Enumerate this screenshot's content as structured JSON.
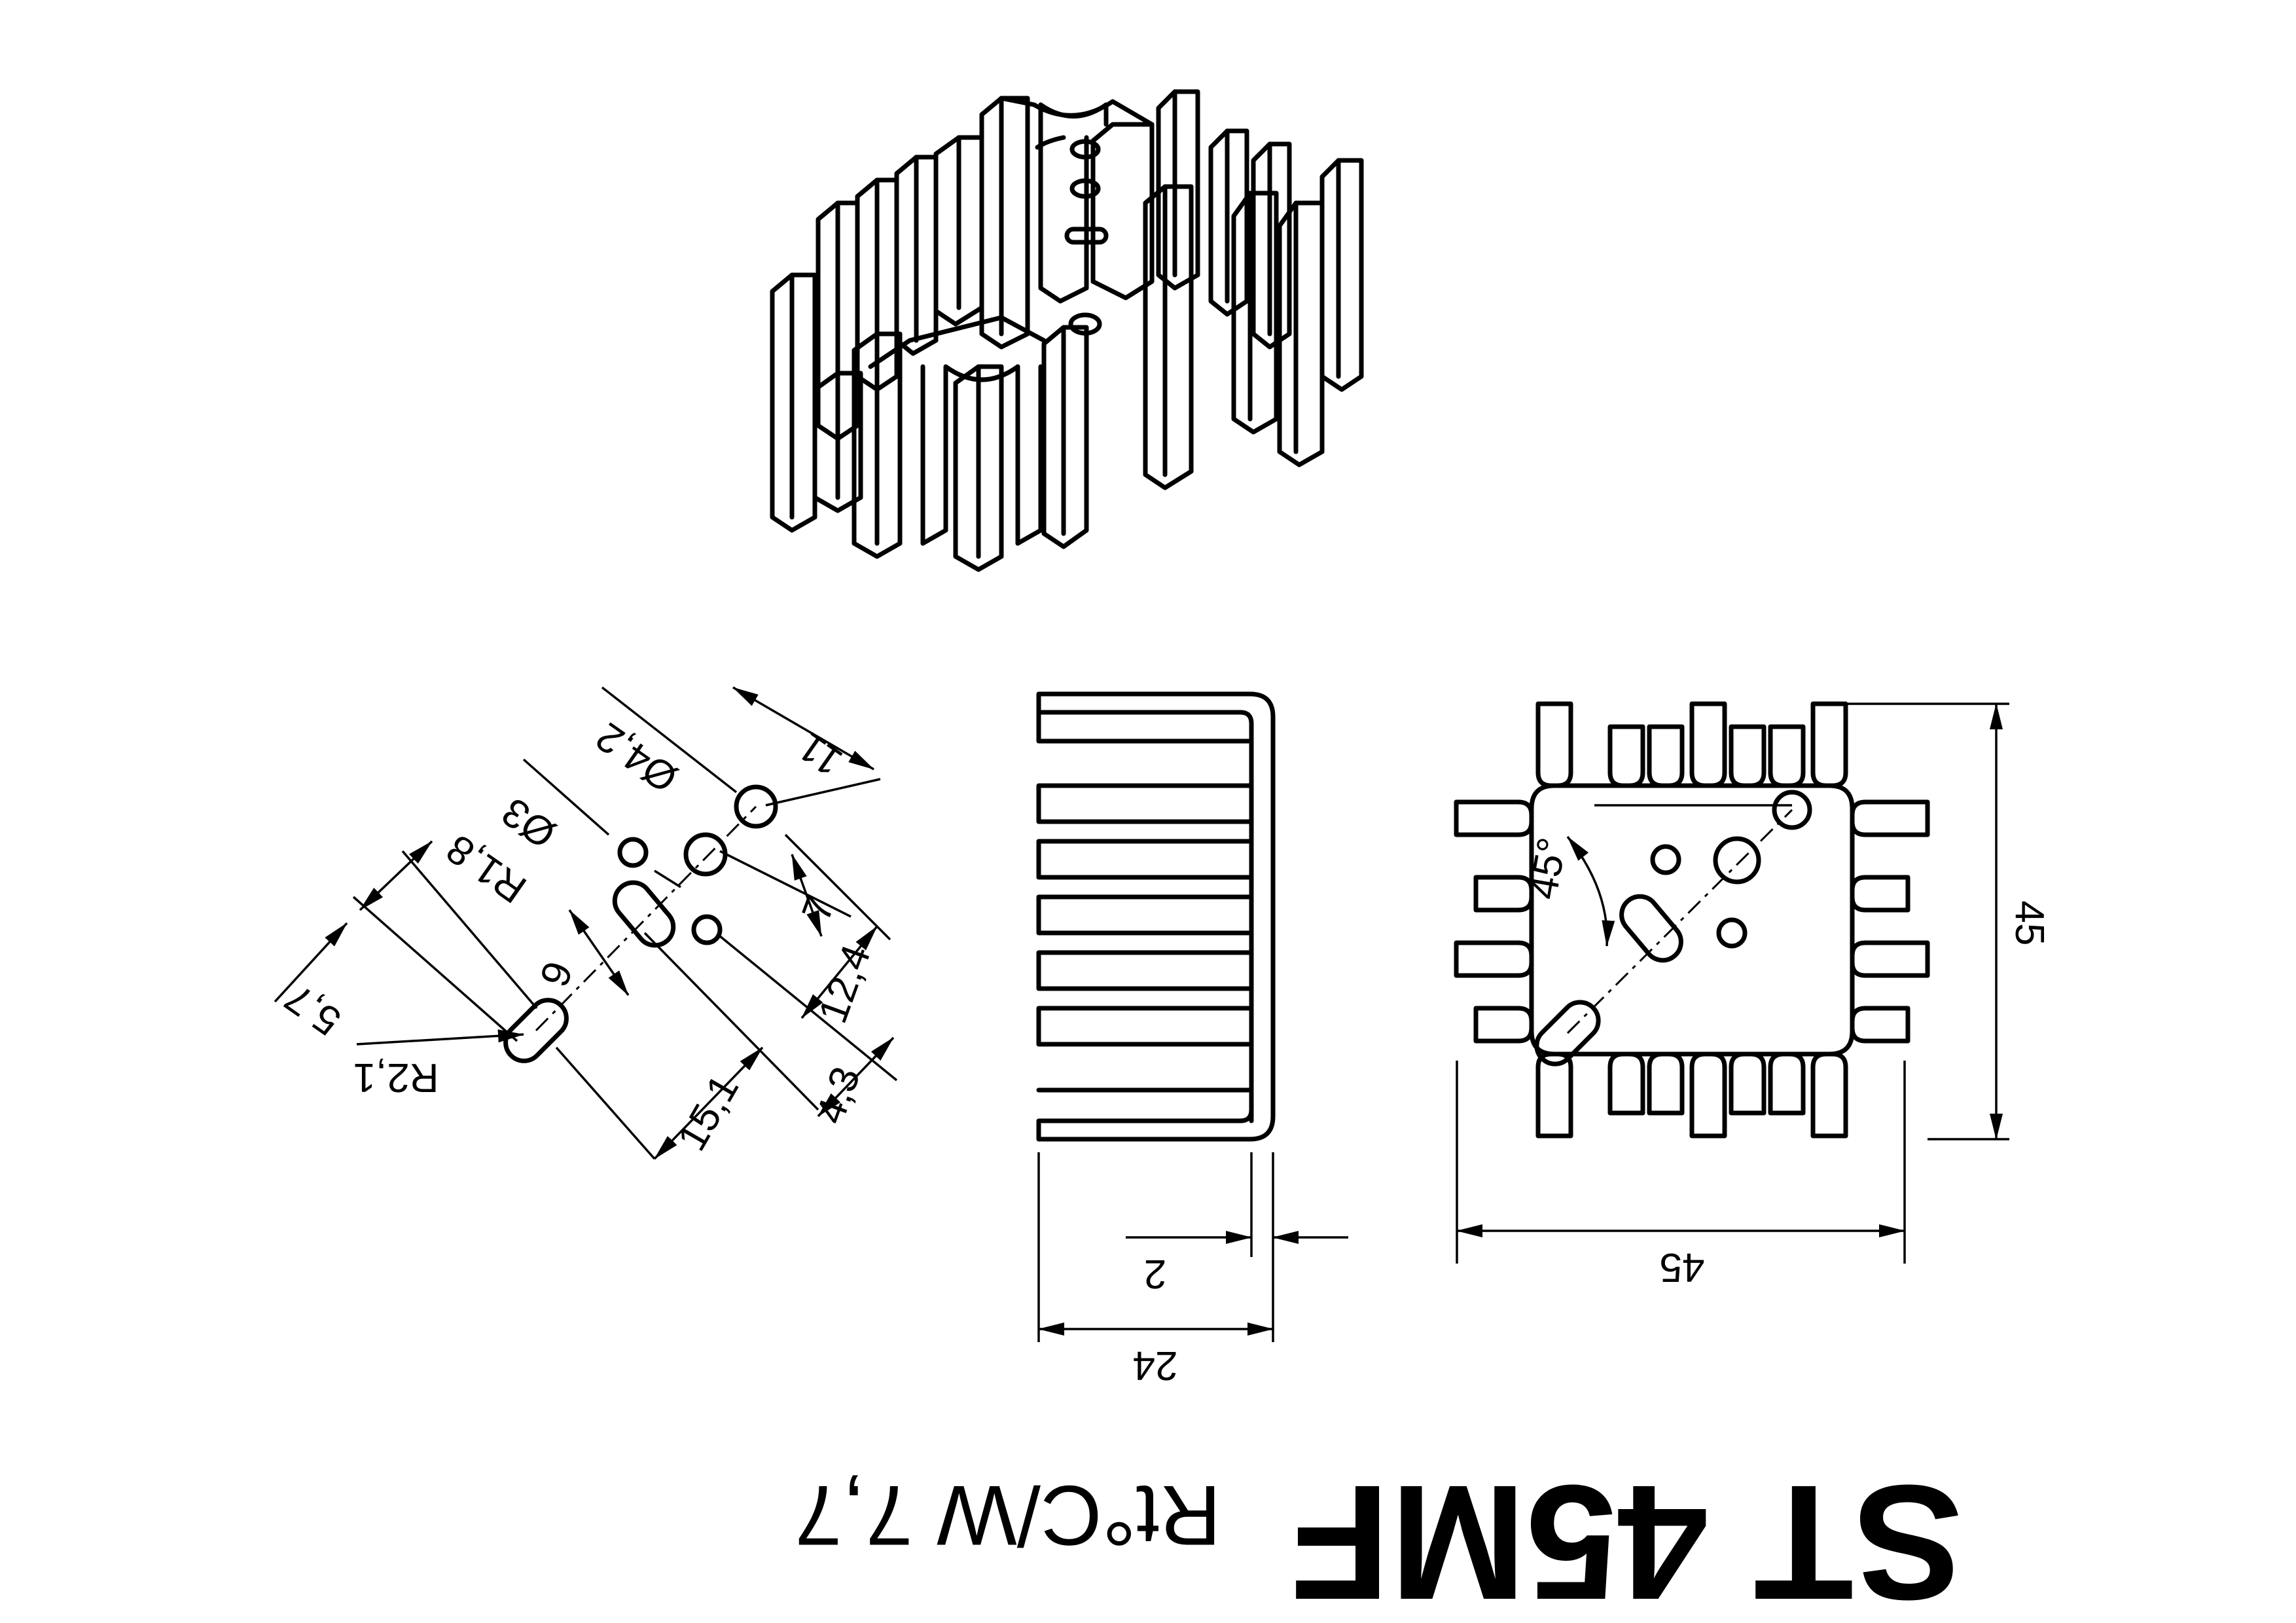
{
  "title_block": {
    "part_name": "ST 45MF",
    "thermal_resistance": "Rt°C/W 7,7"
  },
  "front_view": {
    "width": "45",
    "height": "45",
    "angle": "45°"
  },
  "side_view": {
    "depth": "24",
    "thickness": "2"
  },
  "detail_view": {
    "dia_large": "Ø4,2",
    "dia_small": "Ø3",
    "radius_slot": "R1,8",
    "radius_end": "R2,1",
    "d_11": "11",
    "d_7": "7",
    "d_12_4": "12,4",
    "d_4_3": "4,3",
    "d_15_1": "15,1",
    "d_9": "9",
    "d_5_7": "5,7"
  }
}
